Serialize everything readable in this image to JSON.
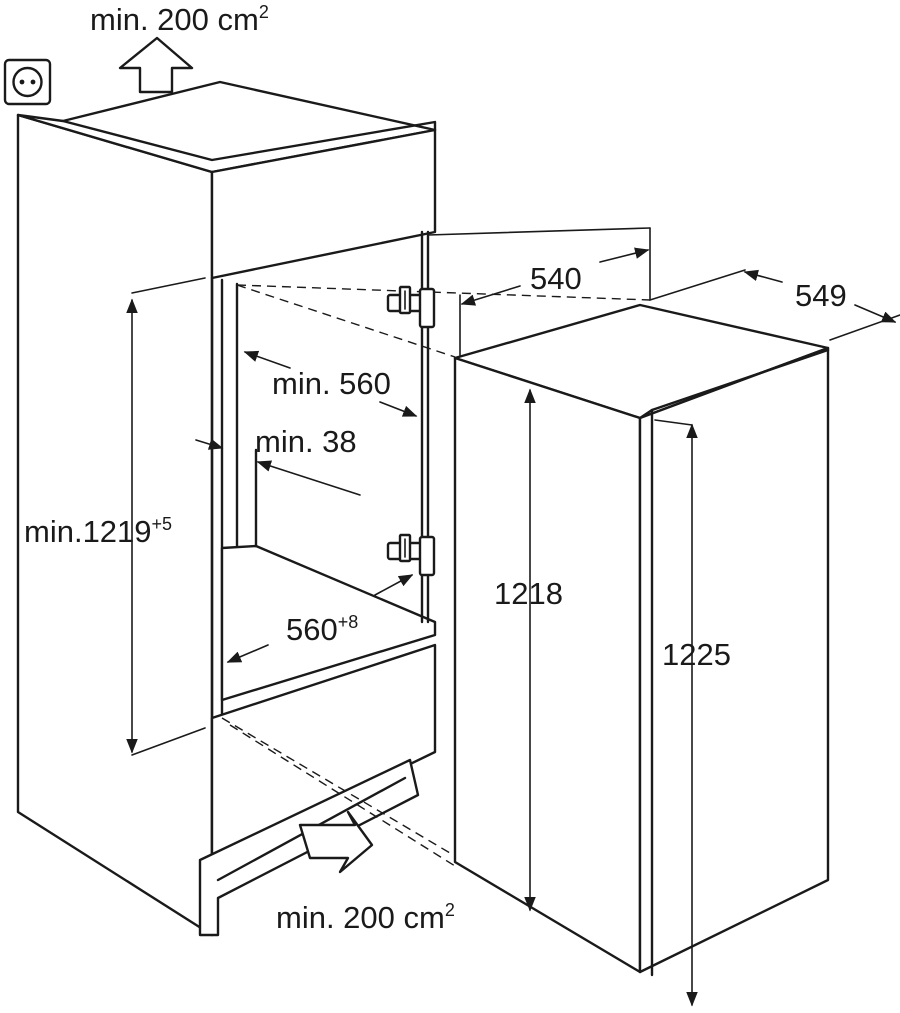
{
  "labels": {
    "top_vent": "min. 200 cm",
    "top_vent_sup": "2",
    "bottom_vent": "min. 200 cm",
    "bottom_vent_sup": "2",
    "niche_width_min": "min. 560",
    "side_gap_min": "min. 38",
    "niche_height": "min.1219",
    "niche_height_sup": "+5",
    "niche_width": "560",
    "niche_width_sup": "+8",
    "appliance_width": "540",
    "appliance_depth": "549",
    "appliance_height_body": "1218",
    "appliance_height_total": "1225"
  },
  "icons": {
    "outlet": "power-outlet-icon",
    "air_arrow_up": "airflow-up-arrow-icon",
    "air_arrow_in": "airflow-in-arrow-icon",
    "hinge": "door-hinge-icon"
  },
  "colors": {
    "stroke": "#1a1a1a",
    "background": "#ffffff"
  }
}
